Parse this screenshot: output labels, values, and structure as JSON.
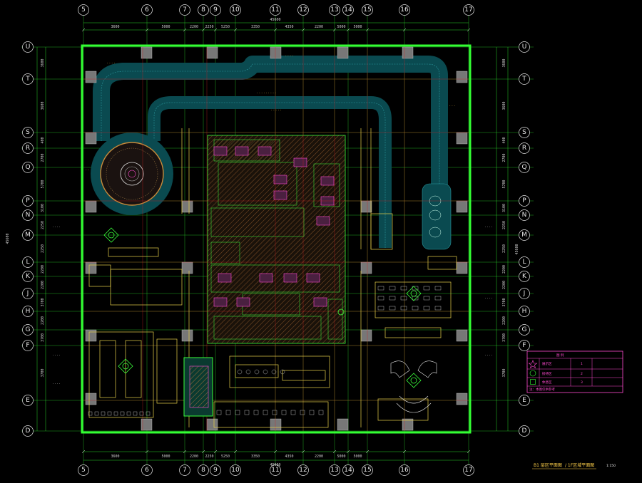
{
  "drawing": {
    "col_labels": [
      "5",
      "6",
      "7",
      "8",
      "9",
      "10",
      "11",
      "12",
      "13",
      "14",
      "15",
      "16",
      "17"
    ],
    "row_labels": [
      "U",
      "T",
      "S",
      "R",
      "Q",
      "P",
      "N",
      "M",
      "L",
      "K",
      "J",
      "H",
      "G",
      "F",
      "E",
      "D"
    ],
    "top_dims": [
      "3600",
      "5000",
      "2200",
      "2250",
      "5250",
      "3350",
      "4350",
      "2200",
      "5000",
      "5000"
    ],
    "top_total": "45600",
    "bottom_dims": [
      "3600",
      "5000",
      "2200",
      "2250",
      "5250",
      "3350",
      "4350",
      "2200",
      "5000",
      "5000"
    ],
    "bottom_total": "45600",
    "side_dims": [
      "3600",
      "3600",
      "400",
      "2700",
      "5700",
      "3100",
      "2250",
      "2250",
      "2200",
      "2200",
      "3700",
      "2200",
      "3700",
      "3700"
    ],
    "side_total": "45600",
    "title_block": {
      "title": "B1 层区平面图",
      "subtitle": "/ 1F区域平面图",
      "scale": "1:150"
    },
    "legend": {
      "header": "图 例",
      "rows": [
        {
          "name": "展示区",
          "count": "1",
          "note": ""
        },
        {
          "name": "接待区",
          "count": "2",
          "note": ""
        },
        {
          "name": "休息区",
          "count": "3",
          "note": ""
        }
      ],
      "note": "注：本图仅供参考"
    }
  }
}
